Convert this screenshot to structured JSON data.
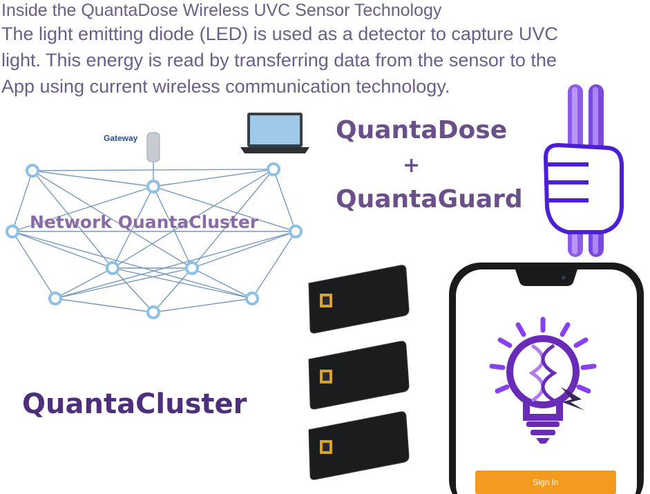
{
  "intro": {
    "title": "Inside the QuantaDose Wireless UVC Sensor Technology",
    "lines": [
      "The light emitting diode (LED) is used as a detector to capture UVC",
      "light. This energy is read by transferring data from the sensor to the",
      "App using current wireless communication technology."
    ]
  },
  "brands": {
    "dose": "QuantaDose",
    "plus": "+",
    "guard": "QuantaGuard"
  },
  "network": {
    "label": "Network QuantaCluster",
    "gateway_label": "Gateway"
  },
  "cluster_title": "QuantaCluster",
  "app": {
    "signin_label": "Sign In"
  },
  "colors": {
    "accent_purple": "#6b4f8a",
    "deep_purple": "#4e2f7d",
    "node_blue": "#7fb6e0",
    "sign_in_orange": "#f39a1f"
  }
}
